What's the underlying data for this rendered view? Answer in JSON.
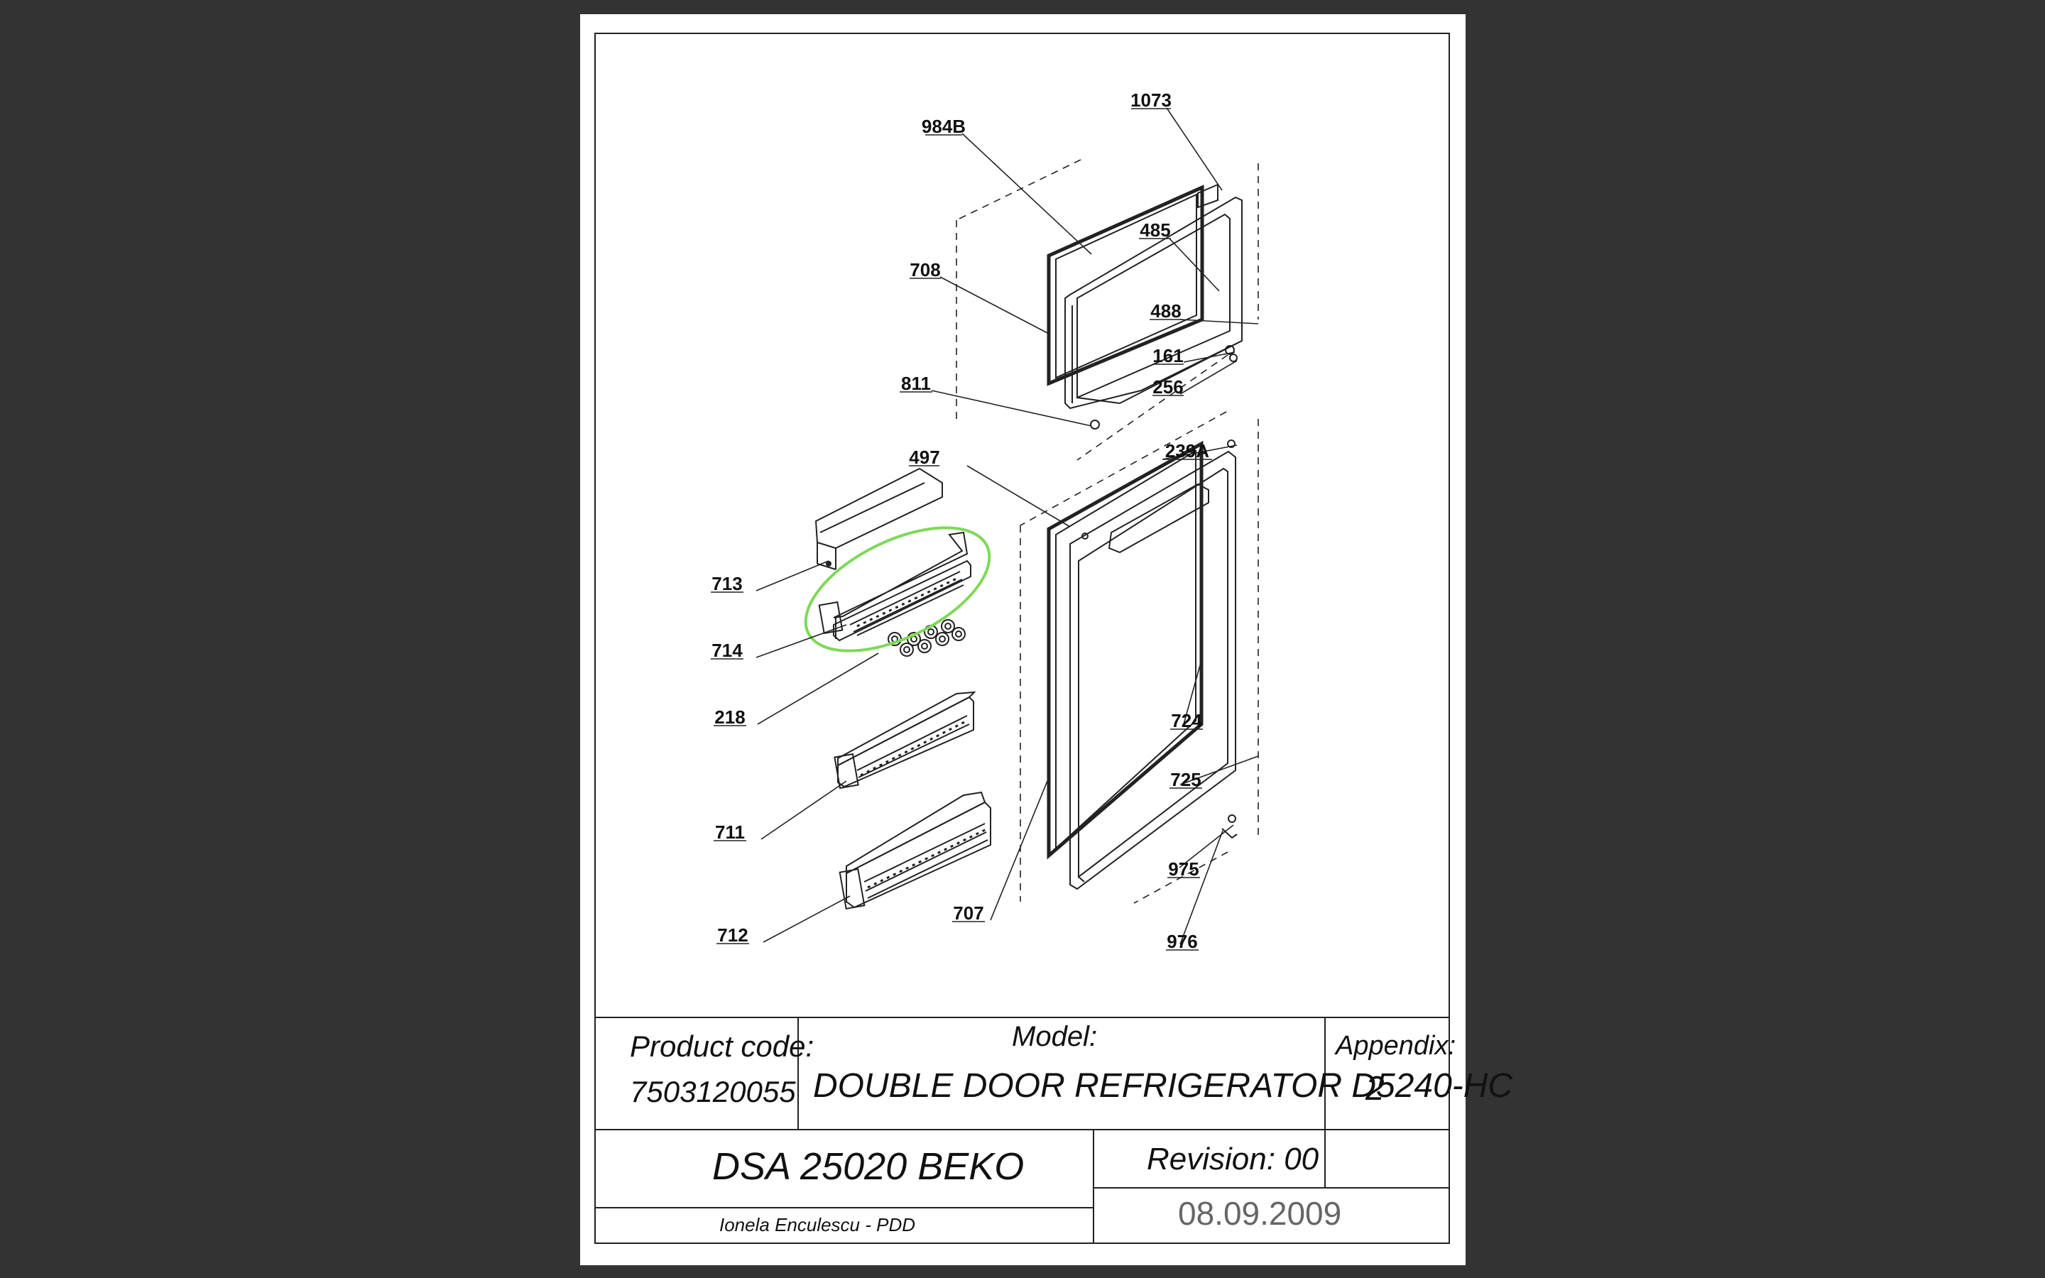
{
  "parts": {
    "p984B": "984B",
    "p1073": "1073",
    "p485": "485",
    "p708": "708",
    "p488": "488",
    "p161": "161",
    "p256": "256",
    "p811": "811",
    "p497": "497",
    "p239A": "239A",
    "p713": "713",
    "p714": "714",
    "p218": "218",
    "p724": "724",
    "p725": "725",
    "p711": "711",
    "p975": "975",
    "p707": "707",
    "p712": "712",
    "p976": "976"
  },
  "title_block": {
    "product_code_label": "Product code:",
    "product_code": "7503120055",
    "model_label": "Model:",
    "model_name": "DOUBLE DOOR REFRIGERATOR D5240-HC",
    "appendix_label": "Appendix:",
    "appendix_value": "2",
    "customer": "DSA 25020 BEKO",
    "revision": "Revision: 00",
    "author": "Ionela Enculescu - PDD",
    "date": "08.09.2009"
  },
  "colors": {
    "background": "#333333",
    "line": "#222222",
    "highlight": "#7ed957"
  }
}
